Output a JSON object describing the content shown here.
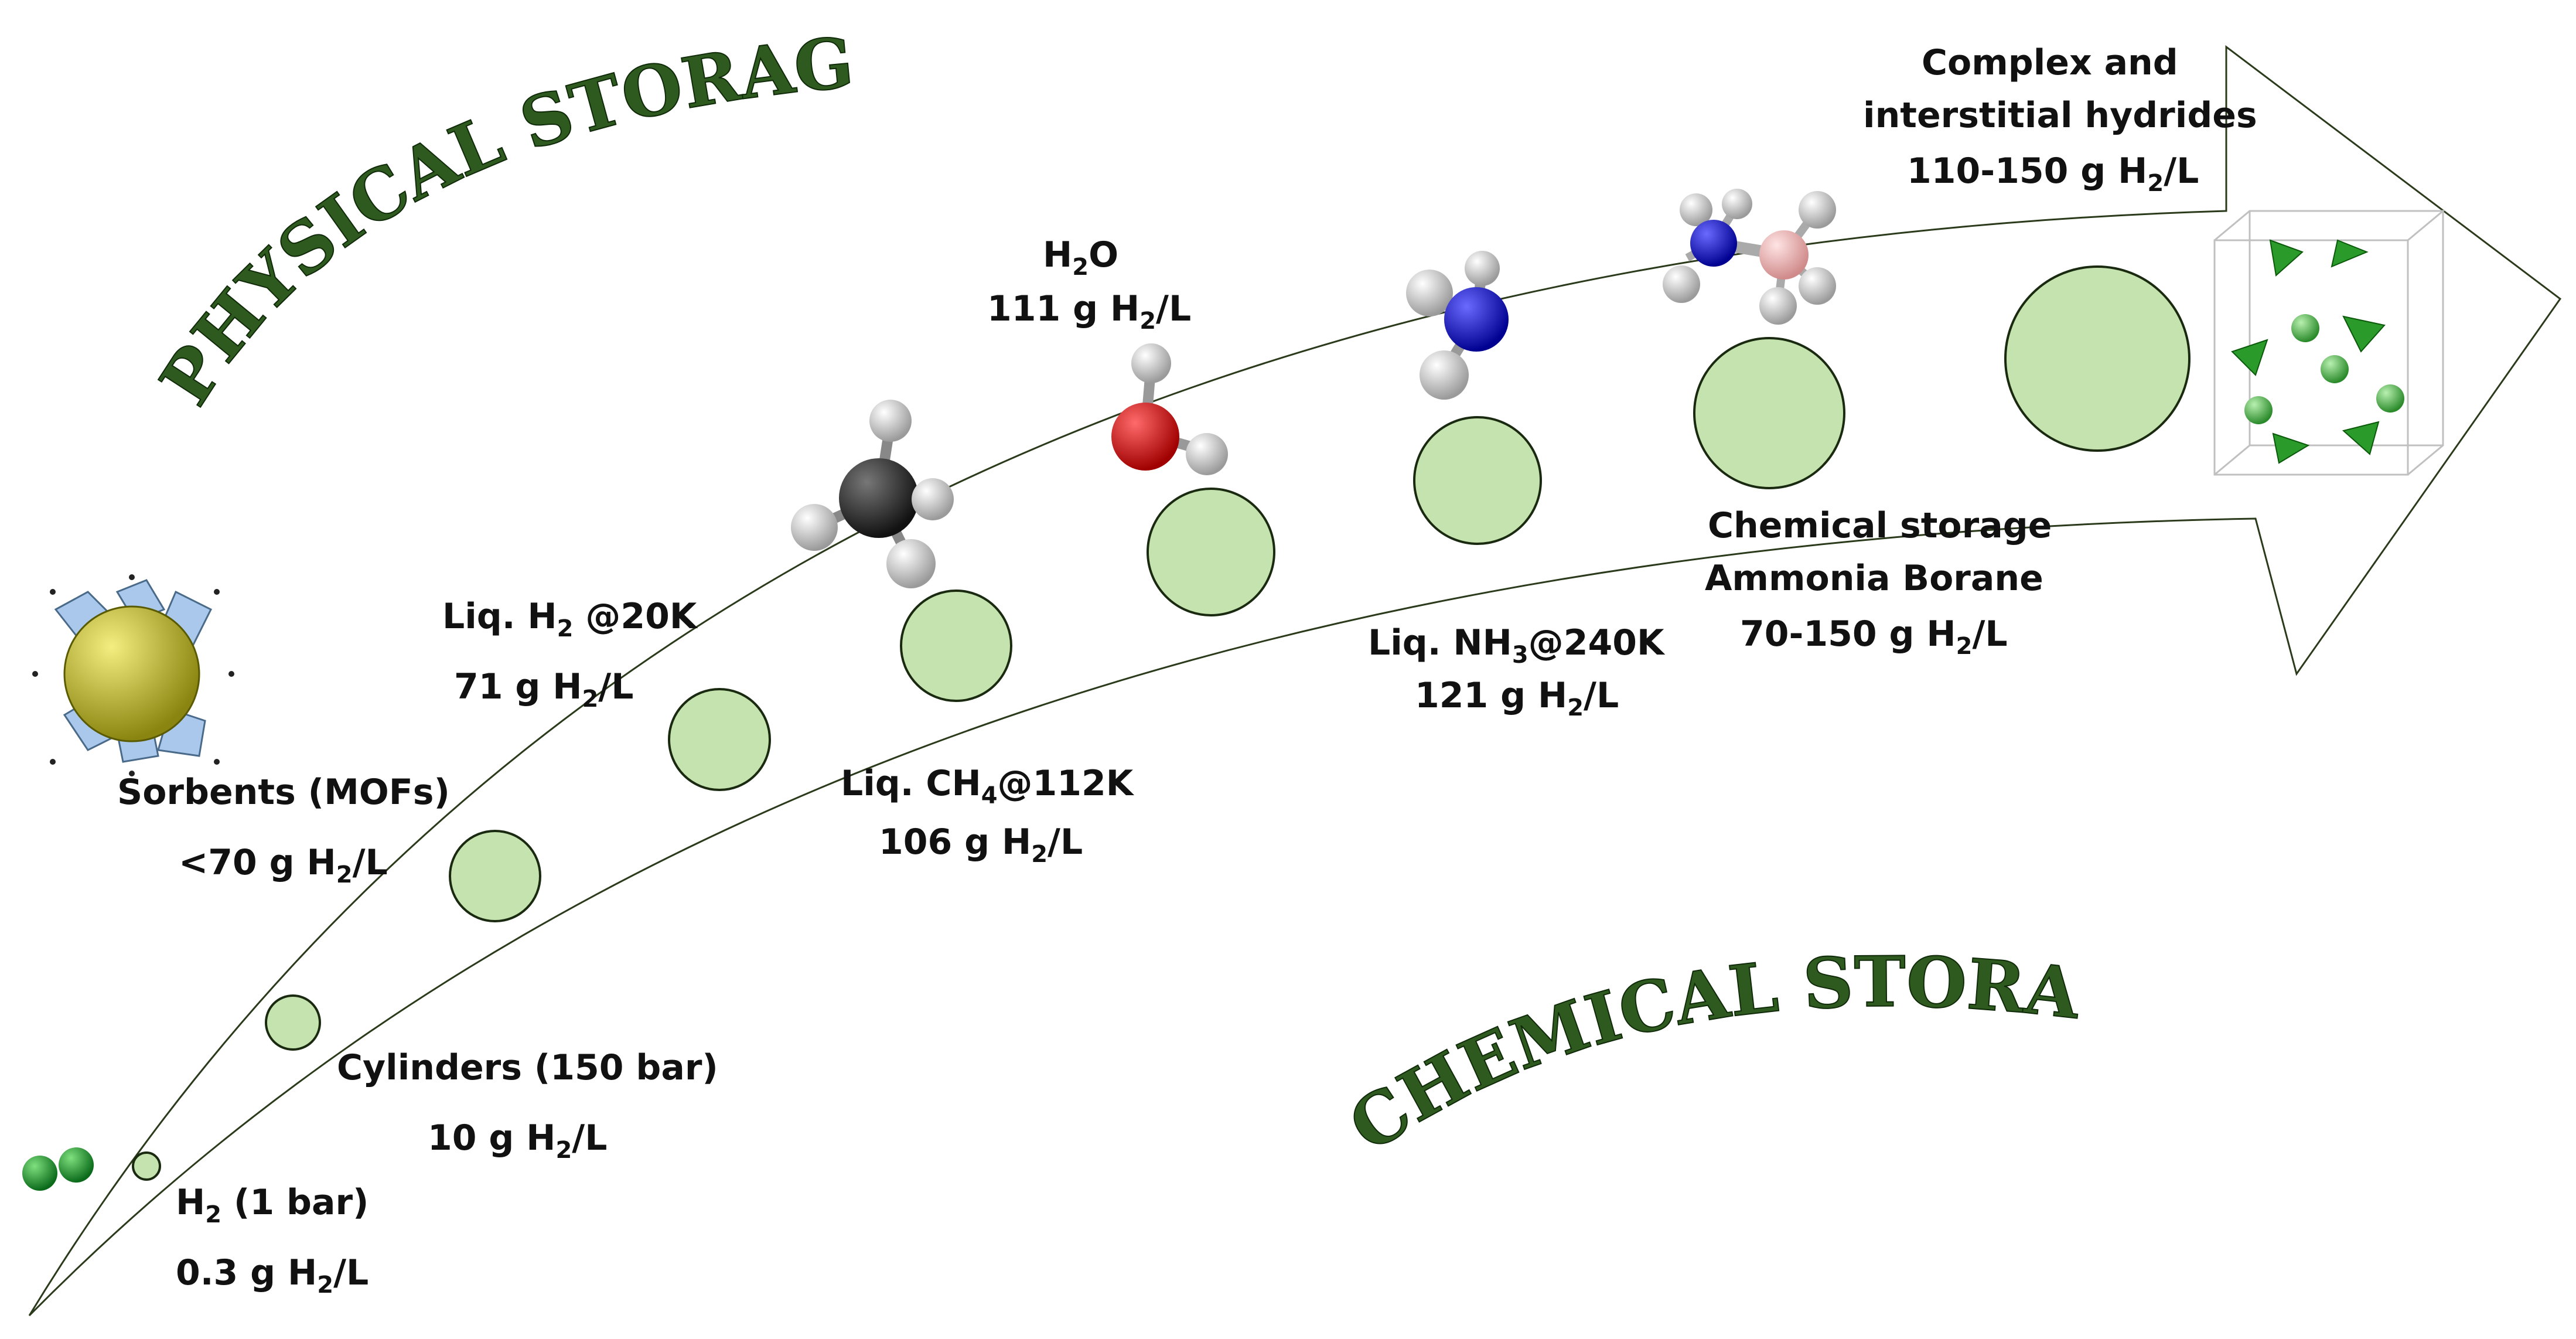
{
  "colors": {
    "bubble_fill": "#c5e3ae",
    "bubble_stroke": "#1a2a10",
    "arrow_stroke": "#2a3a1a",
    "banner_fill": "#2f5a1f",
    "molecule_hydrogen": "#e8e8e8",
    "molecule_carbon": "#2b2b2b",
    "molecule_oxygen": "#d40000",
    "molecule_nitrogen": "#1010c0",
    "molecule_boron": "#f0b4b4",
    "mof_sphere": "#c8c020",
    "crystal_green": "#3fa83f"
  },
  "banners": {
    "physical": "PHYSICAL STORAGE",
    "chemical": "CHEMICAL STORAGE"
  },
  "stages": [
    {
      "name": "h2",
      "title_main": "H",
      "title_sub": "2",
      "title_tail": " (1 bar)",
      "value_main": "0.3 g H",
      "value_sub": "2",
      "value_tail": "/L"
    },
    {
      "name": "cylinders",
      "title_main": "Cylinders (150 bar)",
      "value_main": "10 g H",
      "value_sub": "2",
      "value_tail": "/L"
    },
    {
      "name": "mofs",
      "title_main": "Sorbents (MOFs)",
      "value_main": "<70 g H",
      "value_sub": "2",
      "value_tail": "/L"
    },
    {
      "name": "liq-h2",
      "title_main": "Liq. H",
      "title_sub": "2",
      "title_tail": " @20K",
      "value_main": "71 g H",
      "value_sub": "2",
      "value_tail": "/L"
    },
    {
      "name": "liq-ch4",
      "title_main": "Liq. CH",
      "title_sub": "4",
      "title_tail": "@112K",
      "value_main": "106 g H",
      "value_sub": "2",
      "value_tail": "/L"
    },
    {
      "name": "h2o",
      "title_main": "H",
      "title_sub": "2",
      "title_tail": "O",
      "value_main": "111 g H",
      "value_sub": "2",
      "value_tail": "/L"
    },
    {
      "name": "liq-nh3",
      "title_main": "Liq. NH",
      "title_sub": "3",
      "title_tail": "@240K",
      "value_main": "121 g H",
      "value_sub": "2",
      "value_tail": "/L"
    },
    {
      "name": "ammonia-borane",
      "title_main": "Chemical storage",
      "title2_main": "Ammonia Borane",
      "value_main": "70-150 g H",
      "value_sub": "2",
      "value_tail": "/L"
    },
    {
      "name": "hydrides",
      "title_main": "Complex and",
      "title2_main": "interstitial hydrides",
      "value_main": "110-150 g H",
      "value_sub": "2",
      "value_tail": "/L"
    }
  ],
  "bubbles": [
    {
      "name": "h2",
      "scale": 0.08
    },
    {
      "name": "cylinders",
      "scale": 0.16
    },
    {
      "name": "mofs",
      "scale": 0.27
    },
    {
      "name": "liq-h2",
      "scale": 0.3
    },
    {
      "name": "liq-ch4",
      "scale": 0.33
    },
    {
      "name": "h2o",
      "scale": 0.38
    },
    {
      "name": "liq-nh3",
      "scale": 0.38
    },
    {
      "name": "ammonia-borane",
      "scale": 0.45
    },
    {
      "name": "hydrides",
      "scale": 0.55
    }
  ]
}
